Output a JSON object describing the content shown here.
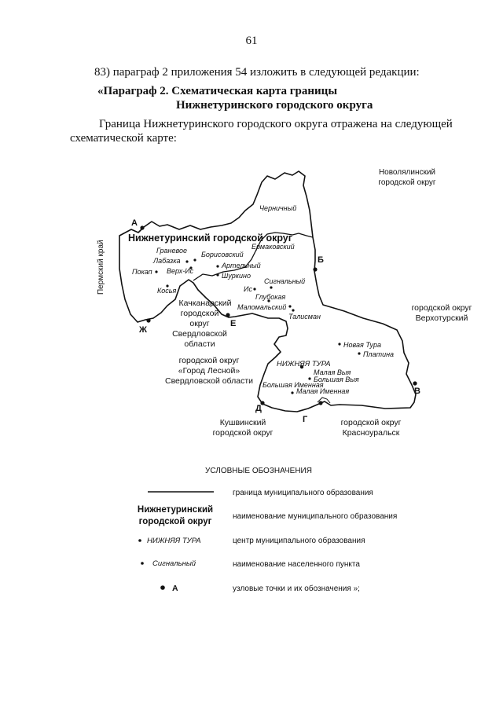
{
  "page_number": "61",
  "intro_line": "83) параграф 2 приложения 54 изложить в следующей редакции:",
  "heading": {
    "line1": "«Параграф 2. Схематическая карта границы",
    "line2": "Нижнетуринского городского округа"
  },
  "paragraph": {
    "line1": "Граница Нижнетуринского городского округа отражена на следующей",
    "line2": "схематической карте:"
  },
  "map": {
    "municipality_name": "Нижнетуринский городской округ",
    "center_name": "НИЖНЯЯ ТУРА",
    "neighbors": {
      "novolyalinsky": [
        "Новолялинский",
        "городской округ"
      ],
      "perm": "Пермский край",
      "kachkanar": [
        "Качканарский",
        "городской",
        "округ",
        "Свердловской",
        "области"
      ],
      "lesnoy": [
        "городской округ",
        "«Город Лесной»",
        "Свердловской области"
      ],
      "verkhoturye": [
        "городской округ",
        "Верхотурский"
      ],
      "kushva": [
        "Кушвинский",
        "городской округ"
      ],
      "krasnouralsk": [
        "городской округ",
        "Красноуральск"
      ]
    },
    "settlements": {
      "chernichny": "Черничный",
      "ermakovsky": "Ермаковский",
      "granevoe": "Граневое",
      "borisovsky": "Борисовский",
      "labazka": "Лабазка",
      "artelny": "Артельный",
      "pokap": "Покап",
      "verkh_is": "Верх-Ис",
      "shurkino": "Шуркино",
      "signalny": "Сигнальный",
      "is": "Ис",
      "kosya": "Косья",
      "glubokaya": "Глубокая",
      "malomalsky": "Маломальский",
      "talisman": "Талисман",
      "novaya_tura": "Новая Тура",
      "platina": "Платина",
      "malaya_vya": "Малая Выя",
      "bolshaya_vya": "Большая Выя",
      "bolshaya_imennaya": "Большая Именная",
      "malaya_imennaya": "Малая Именная"
    },
    "nodes": {
      "a": "А",
      "b": "Б",
      "v": "В",
      "g": "Г",
      "d": "Д",
      "e": "Е",
      "zh": "Ж"
    }
  },
  "legend": {
    "title": "УСЛОВНЫЕ ОБОЗНАЧЕНИЯ",
    "boundary_desc": "граница муниципального образования",
    "name_sample": [
      "Нижнетуринский",
      "городской округ"
    ],
    "name_desc": "наименование муниципального образования",
    "center_sample": "НИЖНЯЯ ТУРА",
    "center_desc": "центр муниципального образования",
    "settlement_sample": "Сигнальный",
    "settlement_desc": "наименование населенного пункта",
    "node_sample": "А",
    "node_desc": "узловые точки и их обозначения »;"
  }
}
